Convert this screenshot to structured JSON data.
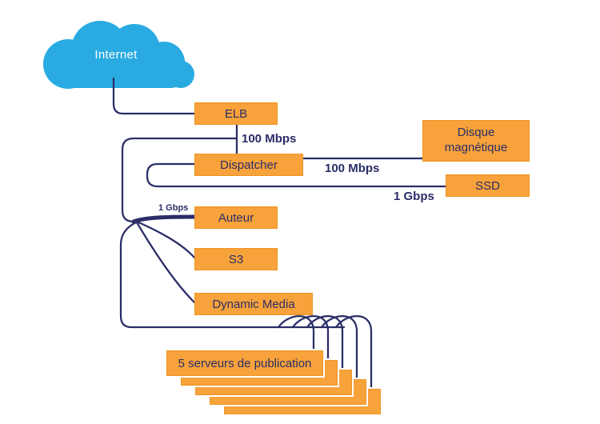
{
  "colors": {
    "box_fill": "#F7A23B",
    "box_border": "#EE9526",
    "line": "#2A2D67",
    "text": "#2A2D67",
    "cloud": "#29ABE2",
    "cloud_text": "#FFFFFF",
    "background": "#FFFFFF"
  },
  "cloud": {
    "label": "Internet"
  },
  "nodes": {
    "elb": {
      "label": "ELB"
    },
    "dispatcher": {
      "label": "Dispatcher"
    },
    "disque_magnetique": {
      "label": "Disque magnétique"
    },
    "ssd": {
      "label": "SSD"
    },
    "auteur": {
      "label": "Auteur"
    },
    "s3": {
      "label": "S3"
    },
    "dynamic_media": {
      "label": "Dynamic Media"
    },
    "serveurs_publication": {
      "label": "5 serveurs de publication",
      "count": 5
    }
  },
  "links": {
    "elb_to_dispatcher": {
      "label": "100 Mbps"
    },
    "dispatcher_to_disque": {
      "label": "100 Mbps"
    },
    "dispatcher_to_ssd": {
      "label": "1 Gbps"
    },
    "to_auteur": {
      "label": "1 Gbps"
    }
  }
}
